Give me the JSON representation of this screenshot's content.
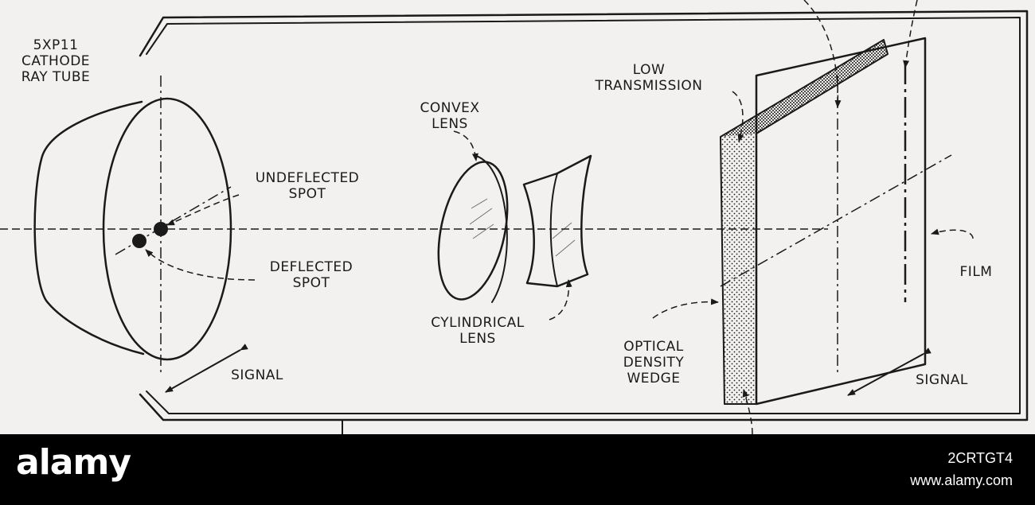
{
  "labels": {
    "tube": [
      "5XP11",
      "CATHODE",
      "RAY TUBE"
    ],
    "undeflected_spot": [
      "UNDEFLECTED",
      "SPOT"
    ],
    "deflected_spot": [
      "DEFLECTED",
      "SPOT"
    ],
    "convex_lens": [
      "CONVEX",
      "LENS"
    ],
    "cylindrical_lens": [
      "CYLINDRICAL",
      "LENS"
    ],
    "low_transmission": [
      "LOW",
      "TRANSMISSION"
    ],
    "optical_density_wedge": [
      "OPTICAL",
      "DENSITY",
      "WEDGE"
    ],
    "film": "FILM",
    "signal_left": "SIGNAL",
    "signal_right": "SIGNAL"
  },
  "watermark": {
    "brand": "alamy",
    "image_id": "2CRTGT4",
    "url": "www.alamy.com"
  },
  "colors": {
    "ink": "#1a1a1a",
    "paper": "#f2f1ef",
    "bar": "#000000"
  }
}
